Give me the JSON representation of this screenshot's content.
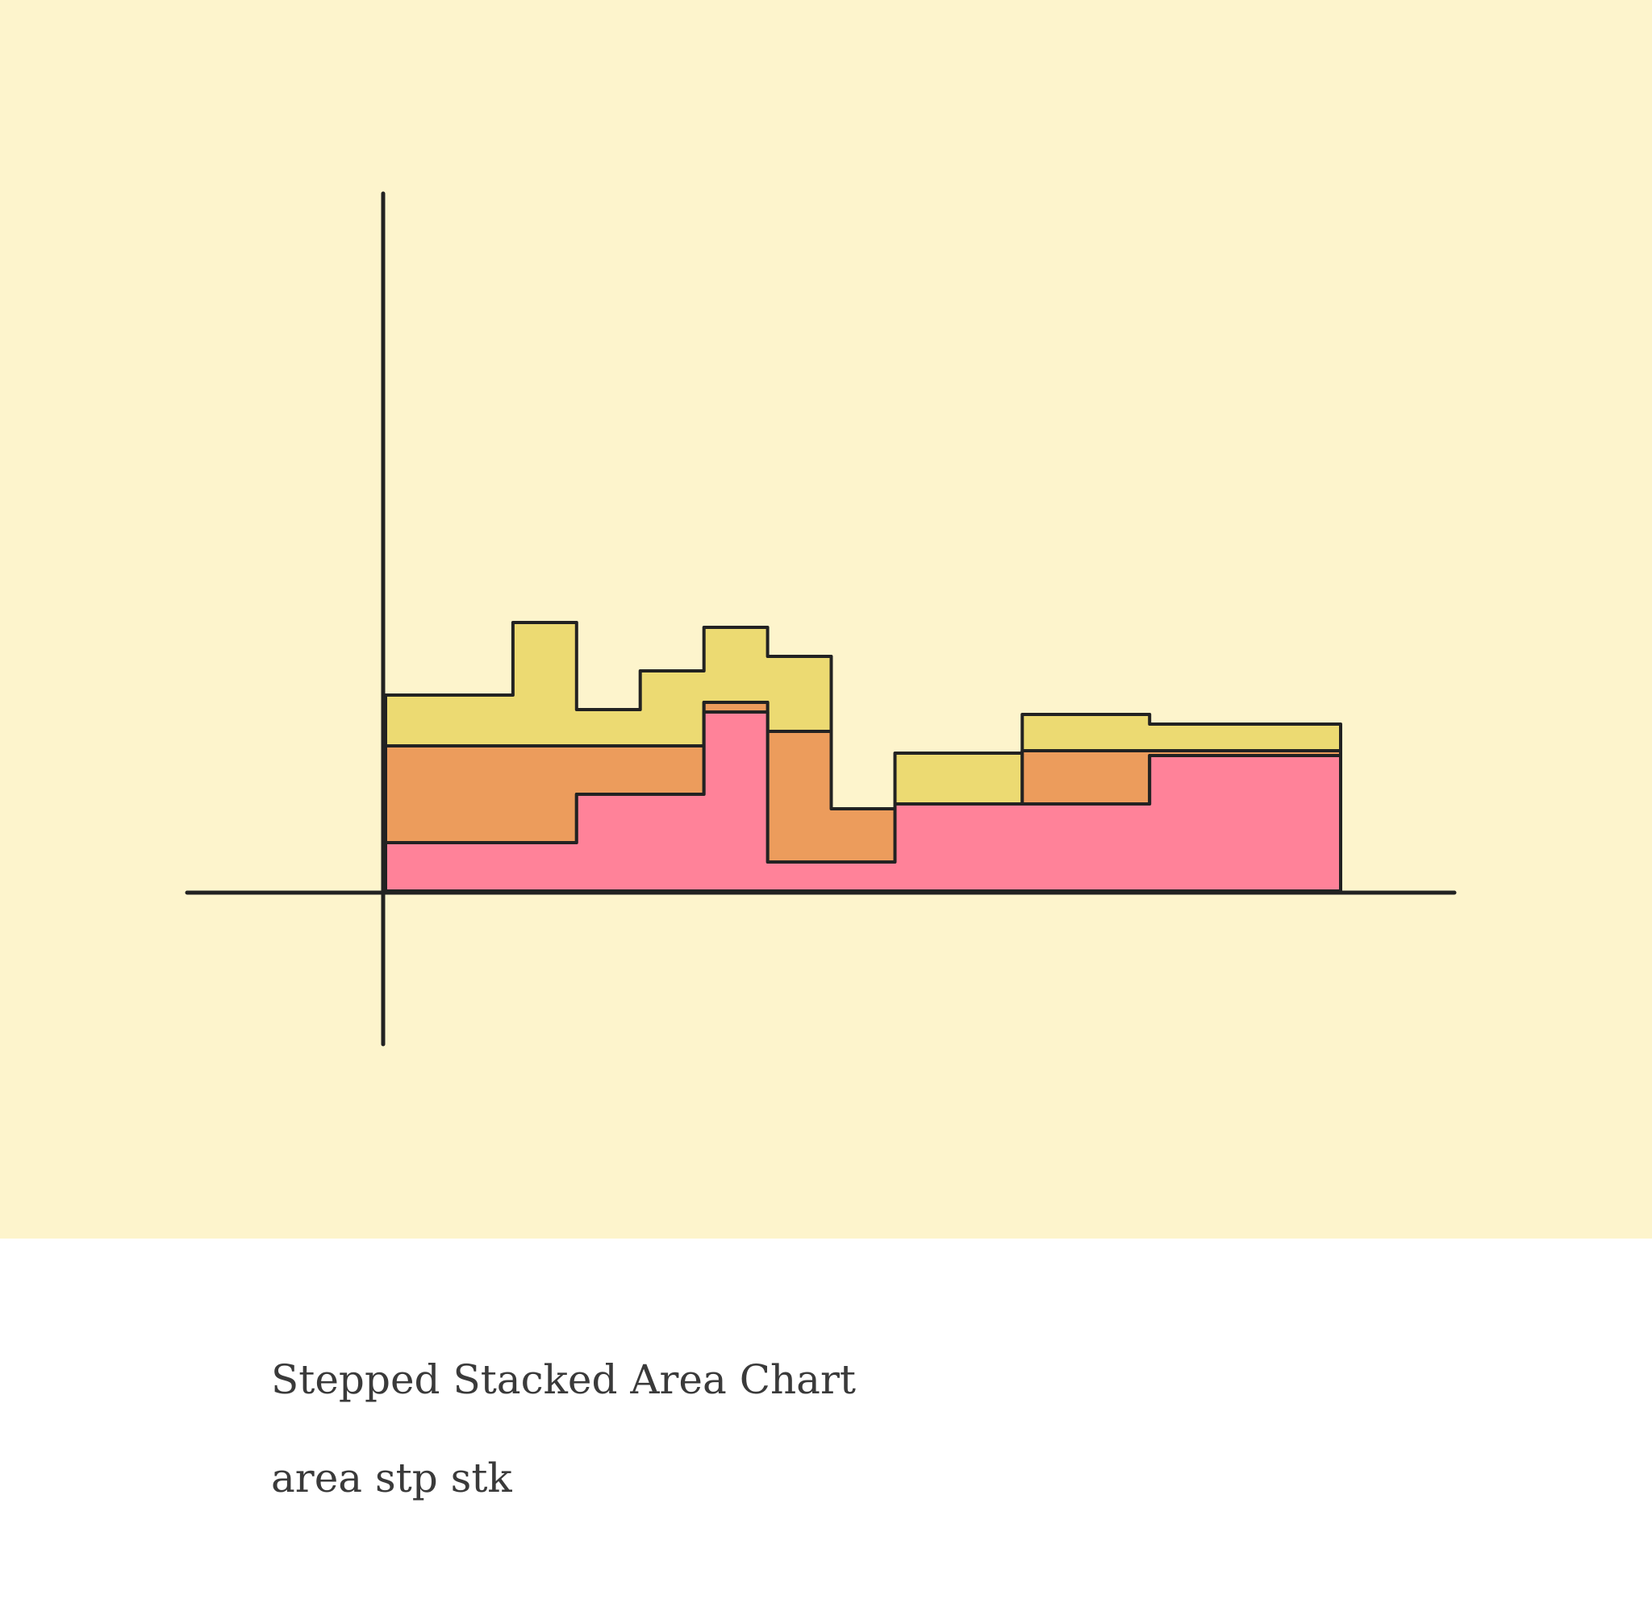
{
  "card": {
    "title": "Stepped Stacked Area Chart",
    "tags": "area stp stk"
  },
  "colors": {
    "background": "#fdf4cc",
    "series_bottom": "#ff8299",
    "series_middle": "#ec9c5c",
    "series_top": "#ecda72",
    "stroke": "#222222"
  },
  "chart_data": {
    "type": "area",
    "style": "stepped stacked",
    "x": [
      0,
      1,
      2,
      3,
      4,
      5,
      6,
      7,
      8,
      9,
      10,
      11,
      12,
      13,
      14
    ],
    "series": [
      {
        "values": [
          1.0,
          1.0,
          1.0,
          2.0,
          2.0,
          3.7,
          0.6,
          0.6,
          1.8,
          1.8,
          1.8,
          1.8,
          2.8,
          2.8,
          2.8
        ]
      },
      {
        "values": [
          2.0,
          2.0,
          2.0,
          1.0,
          1.0,
          0.2,
          2.7,
          1.1,
          0.0,
          0.0,
          1.1,
          1.1,
          0.1,
          0.1,
          0.1
        ]
      },
      {
        "values": [
          1.05,
          1.05,
          2.55,
          0.75,
          1.55,
          1.55,
          1.55,
          0.0,
          1.05,
          1.05,
          0.75,
          0.75,
          0.55,
          0.55,
          0.55
        ]
      }
    ],
    "grid": false,
    "legend": "none"
  }
}
